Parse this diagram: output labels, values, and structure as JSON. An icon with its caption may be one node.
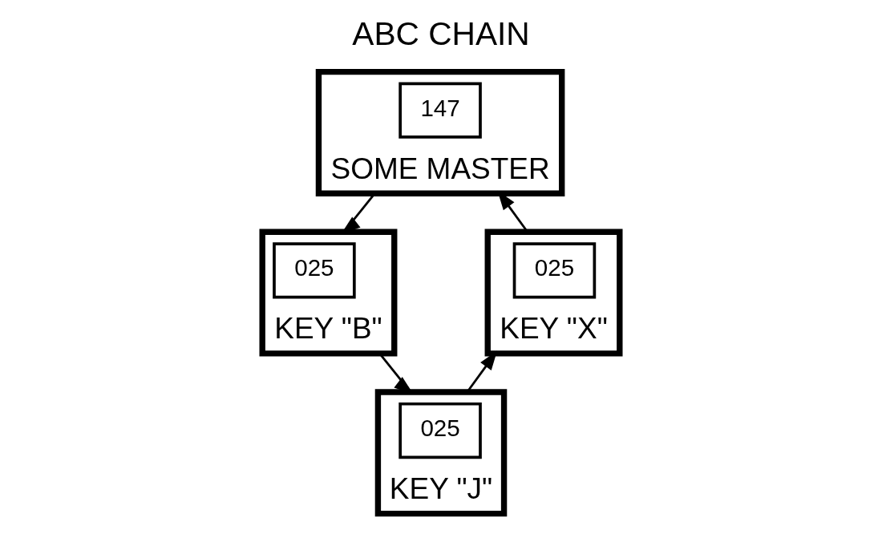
{
  "diagram": {
    "title": "ABC CHAIN",
    "nodes": [
      {
        "text": [
          "SOME MASTER"
        ]
      },
      {
        "text": [
          "147"
        ],
        "in": 0
      },
      {
        "text": [
          "KEY \"B\""
        ]
      },
      {
        "text": [
          "025"
        ],
        "in": 2
      },
      {
        "text": [
          "KEY \"X\""
        ]
      },
      {
        "text": [
          "025"
        ],
        "in": 4
      },
      {
        "text": [
          "KEY \"J\""
        ]
      },
      {
        "text": [
          "025"
        ],
        "in": 6
      }
    ],
    "edges": [
      {
        "from": 0,
        "to": 2,
        "arrow": "to"
      },
      {
        "from": 2,
        "to": 6,
        "arrow": "to"
      },
      {
        "from": 6,
        "to": 4,
        "arrow": "to"
      },
      {
        "from": 4,
        "to": 0,
        "arrow": "to"
      }
    ]
  }
}
